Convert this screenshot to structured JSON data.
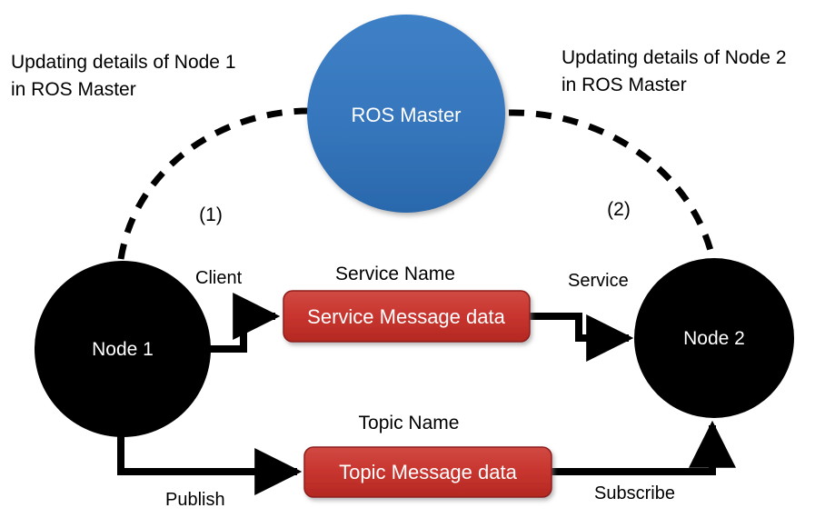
{
  "diagram": {
    "title_note_left": {
      "line1": "Updating details of Node 1",
      "line2": "in ROS Master"
    },
    "title_note_right": {
      "line1": "Updating details of Node 2",
      "line2": "in ROS Master"
    },
    "master": {
      "label": "ROS Master",
      "fill_top": "#3E80C6",
      "fill_bottom": "#2A68AC",
      "text_color": "#ffffff"
    },
    "nodes": [
      {
        "id": "node-1",
        "label": "Node 1",
        "fill": "#000000",
        "text_color": "#ffffff"
      },
      {
        "id": "node-2",
        "label": "Node 2",
        "fill": "#000000",
        "text_color": "#ffffff"
      }
    ],
    "message_boxes": [
      {
        "id": "service-box",
        "caption": "Service  Name",
        "label": "Service Message data",
        "fill_top": "#CC3B35",
        "fill_bottom": "#B32822",
        "border": "#8E1F1A",
        "text_color": "#ffffff"
      },
      {
        "id": "topic-box",
        "caption": "Topic  Name",
        "label": "Topic Message data",
        "fill_top": "#CC3B35",
        "fill_bottom": "#B32822",
        "border": "#8E1F1A",
        "text_color": "#ffffff"
      }
    ],
    "step_markers": [
      {
        "id": "step-1",
        "label": "(1)"
      },
      {
        "id": "step-2",
        "label": "(2)"
      }
    ],
    "edge_labels": [
      {
        "id": "client-label",
        "label": "Client"
      },
      {
        "id": "service-label",
        "label": "Service"
      },
      {
        "id": "publish-label",
        "label": "Publish"
      },
      {
        "id": "subscribe-label",
        "label": "Subscribe"
      }
    ],
    "colors": {
      "background": "#ffffff",
      "line": "#000000",
      "master_blue": "#3E80C6",
      "message_red": "#C9302C"
    }
  }
}
